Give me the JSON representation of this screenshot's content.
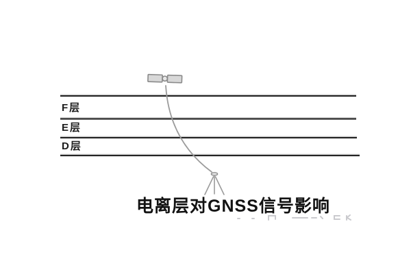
{
  "diagram": {
    "title": "电离层对GNSS信号影响",
    "ionosphere_layers": [
      {
        "label": "F层"
      },
      {
        "label": "E层"
      },
      {
        "label": "D层"
      }
    ],
    "icons": {
      "satellite": "satellite-icon",
      "receiver": "gnss-receiver-tripod-icon",
      "signal": "signal-path-curve"
    },
    "colors": {
      "background": "#ffffff",
      "layer_line": "#242424",
      "label_text": "#1c1c1c",
      "title_text": "#121212",
      "sketch_gray": "#9b9b9b",
      "satellite_fill": "#d8d8d8",
      "satellite_border": "#8a8a8a",
      "watermark_gray": "#bdbdc2"
    }
  }
}
